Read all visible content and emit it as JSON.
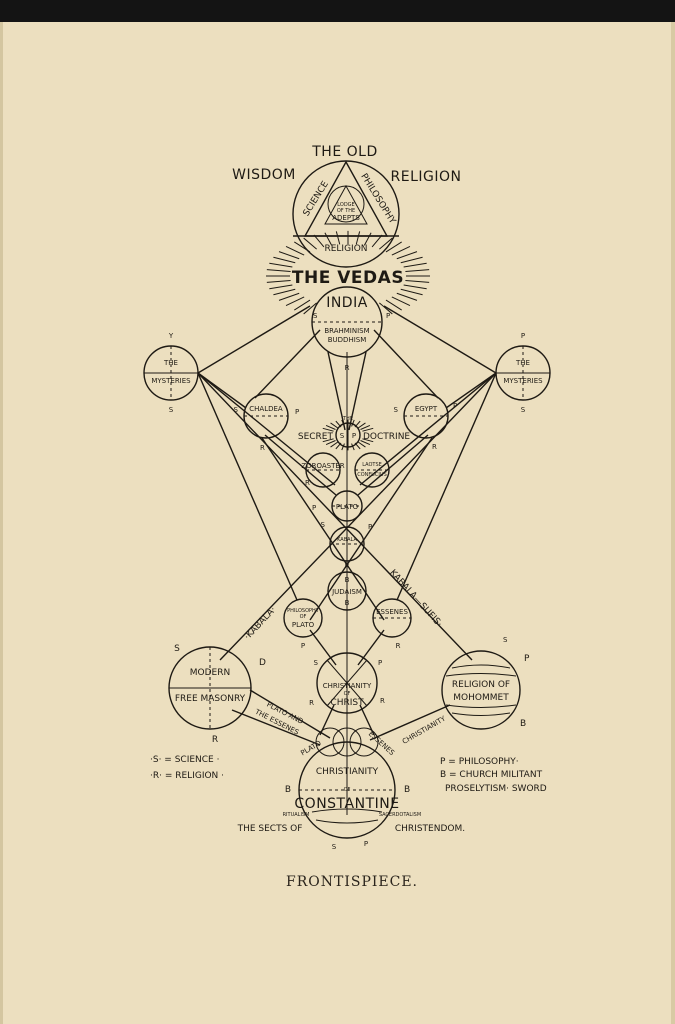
{
  "title_top": "THE OLD",
  "wisdom": "WISDOM",
  "religion_top": "RELIGION",
  "science": "SCIENCE",
  "philosophy": "PHILOSOPHY",
  "lodge_line1": "LODGE",
  "lodge_line2": "OF THE",
  "adepts": "ADEPTS",
  "religion_bottom": "RELIGION",
  "vedas": "THE VEDAS",
  "india": "INDIA",
  "brahminism": "BRAHMINISM",
  "buddhism": "BUDDHISM",
  "the_left": "THE",
  "mysteries_left": "MYSTERIES",
  "the_right": "THE",
  "mysteries_right": "MYSTERIES",
  "chaldea": "CHALDEA",
  "egypt": "EGYPT",
  "secret": "SECRET",
  "doctrine": "DOCTRINE",
  "the_center": "THE",
  "zoroaster": "ZOROASTER",
  "laotse": "LAOTSE",
  "confucius": "CONFUCIUS",
  "plato": "PLATO",
  "kabala": "KABALA",
  "judaism": "JUDAISM",
  "philosophy_of": "PHILOSOPHY",
  "of": "OF",
  "plato_lower": "PLATO",
  "essenes": "ESSENES",
  "kabala_left": "·KABALA·",
  "kabala_sufis": "KABALA—SUFIS·",
  "modern": "MODERN",
  "free_masonry": "FREE MASONRY",
  "christianity_of_christ": "CHRISTIANITY",
  "of_christ_of": "OF",
  "christ": "CHRIST",
  "religion_of": "RELIGION OF",
  "mohommet": "MOHOMMET",
  "plato_and": "PLATO AND",
  "the_essenes": "THE ESSENES",
  "plato_small": "PLATO",
  "essenes_small": "ESSENES",
  "christianity_small": "CHRISTIANITY",
  "christianity_const": "CHRISTIANITY",
  "of_const": "OF",
  "constantine": "CONSTANTINE",
  "ritualism": "RITUALISM",
  "sacerdotalism": "SACERDOTALISM",
  "sects_of": "THE SECTS OF",
  "christendom": "CHRISTENDOM.",
  "legend_s": "·S· = SCIENCE ·",
  "legend_r": "·R· = RELIGION ·",
  "legend_p": "P = PHILOSOPHY·",
  "legend_b": "B = CHURCH MILITANT",
  "legend_b2": "PROSELYTISM· SWORD",
  "caption": "FRONTISPIECE.",
  "letters": {
    "S": "S",
    "P": "P",
    "R": "R",
    "B": "B",
    "D": "D",
    "Y": "Y"
  },
  "colors": {
    "paper": "#ecdfbf",
    "ink": "#1e1a14",
    "topbar": "#141414"
  }
}
